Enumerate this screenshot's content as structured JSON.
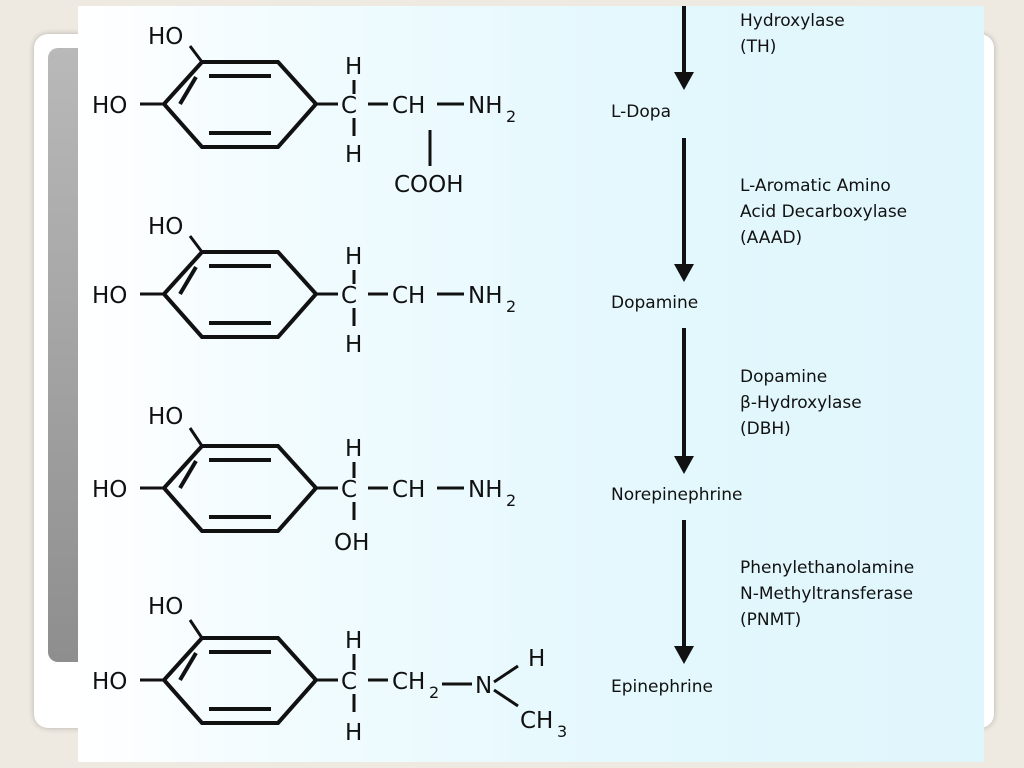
{
  "pathway": {
    "compounds": [
      {
        "id": "ldopa",
        "name": "L-Dopa",
        "ring_oh_top": "HO",
        "ring_oh_left": "HO",
        "c_top": "H",
        "c_bottom": "H",
        "c_atom": "C",
        "chain_atom": "CH",
        "amine": "NH",
        "amine_sub": "2",
        "side_group": "COOH"
      },
      {
        "id": "dopamine",
        "name": "Dopamine",
        "ring_oh_top": "HO",
        "ring_oh_left": "HO",
        "c_top": "H",
        "c_bottom": "H",
        "c_atom": "C",
        "chain_atom": "CH",
        "amine": "NH",
        "amine_sub": "2"
      },
      {
        "id": "norepinephrine",
        "name": "Norepinephrine",
        "ring_oh_top": "HO",
        "ring_oh_left": "HO",
        "c_top": "H",
        "c_bottom": "OH",
        "c_atom": "C",
        "chain_atom": "CH",
        "amine": "NH",
        "amine_sub": "2"
      },
      {
        "id": "epinephrine",
        "name": "Epinephrine",
        "ring_oh_top": "HO",
        "ring_oh_left": "HO",
        "c_top": "H",
        "c_bottom": "H",
        "c_atom": "C",
        "chain_atom": "CH",
        "chain_sub": "2",
        "n_atom": "N",
        "n_h": "H",
        "methyl": "CH",
        "methyl_sub": "3"
      }
    ],
    "enzymes": [
      {
        "lines": [
          "Hydroxylase",
          "(TH)"
        ]
      },
      {
        "lines": [
          "L-Aromatic Amino",
          "Acid Decarboxylase",
          "(AAAD)"
        ]
      },
      {
        "lines": [
          "Dopamine",
          "β-Hydroxylase",
          "(DBH)"
        ]
      },
      {
        "lines": [
          "Phenylethanolamine",
          "N-Methyltransferase",
          "(PNMT)"
        ]
      }
    ]
  }
}
